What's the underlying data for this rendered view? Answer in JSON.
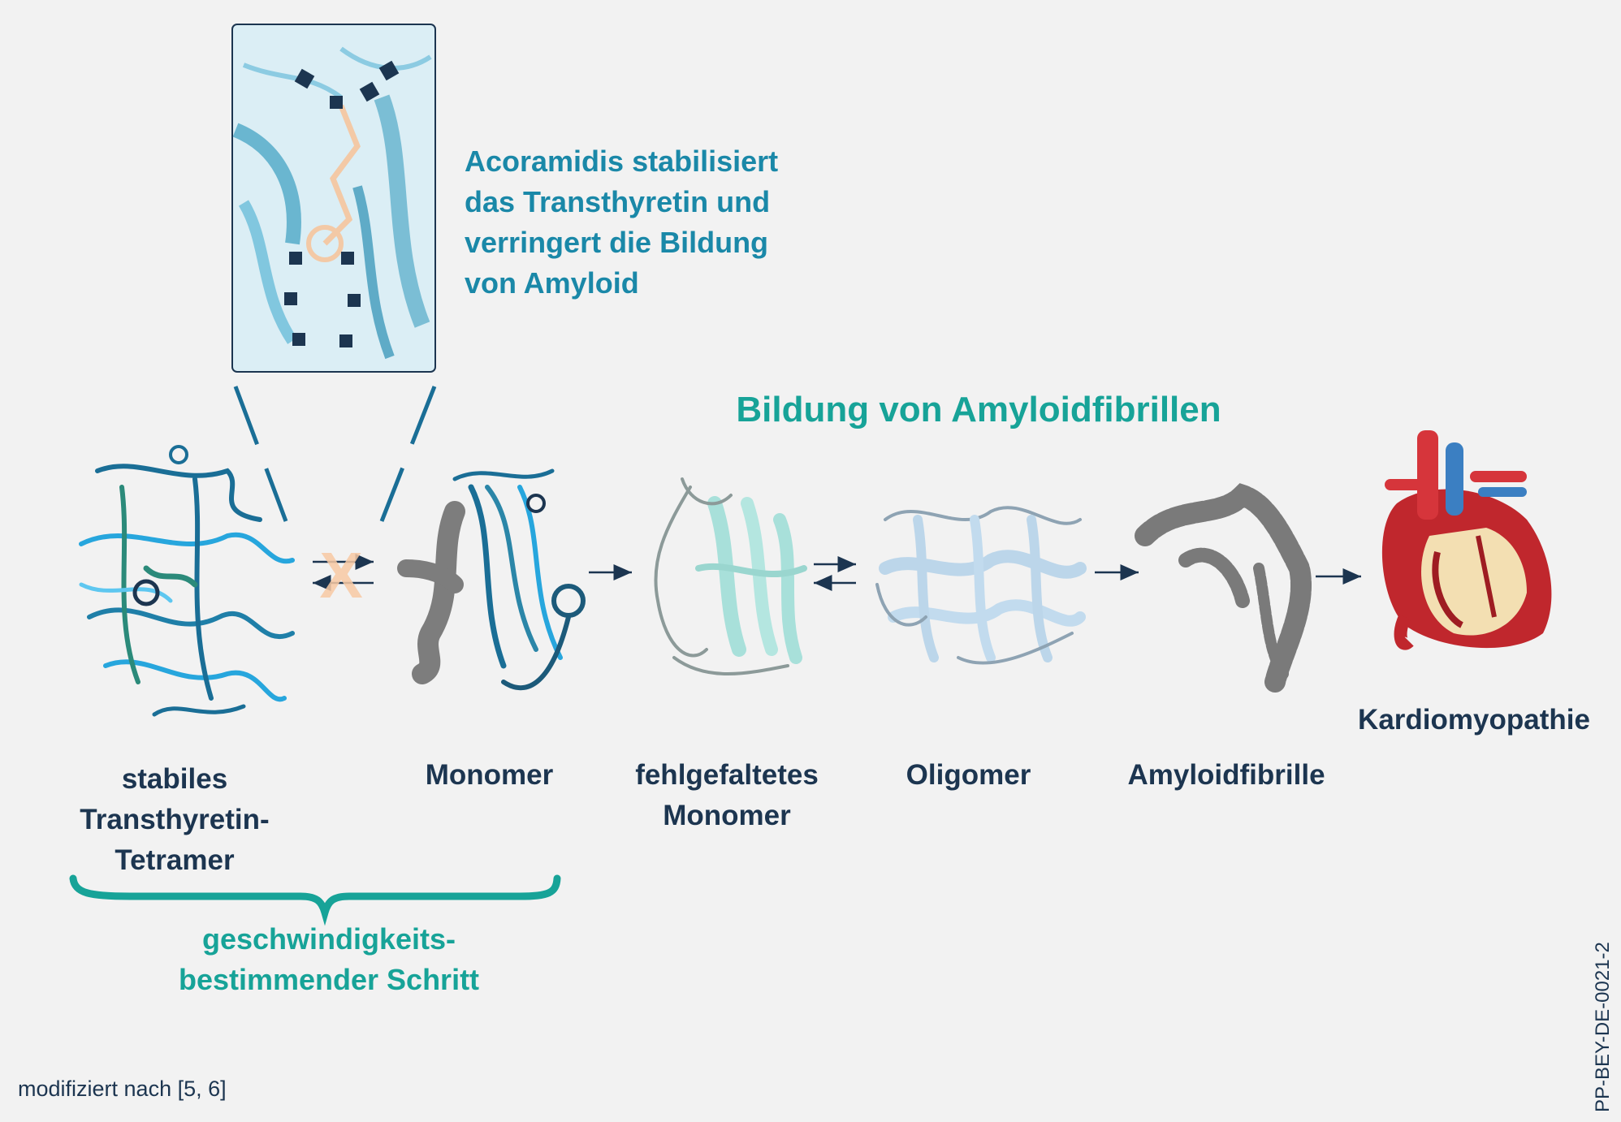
{
  "callout": {
    "lines": [
      "Acoramidis stabilisiert",
      "das Transthyretin und",
      "verringert die Bildung",
      "von Amyloid"
    ]
  },
  "process_title": "Bildung von Amyloidfibrillen",
  "stages": {
    "tetramer": [
      "stabiles",
      "Transthyretin-",
      "Tetramer"
    ],
    "monomer": [
      "Monomer"
    ],
    "misfolded": [
      "fehlgefaltetes",
      "Monomer"
    ],
    "oligomer": [
      "Oligomer"
    ],
    "fibril": [
      "Amyloidfibrille"
    ],
    "cardio": [
      "Kardiomyopathie"
    ]
  },
  "rate_step": [
    "geschwindigkeits-",
    "bestimmender Schritt"
  ],
  "blocked_mark": "X",
  "footnote": "modifiziert nach [5, 6]",
  "doc_code": "PP-BEY-DE-0021-2",
  "colors": {
    "background": "#f2f2f2",
    "navy_text": "#1c3550",
    "teal": "#17a398",
    "callout_blue": "#1a88a8",
    "x_mark": "#f8c9a4"
  }
}
